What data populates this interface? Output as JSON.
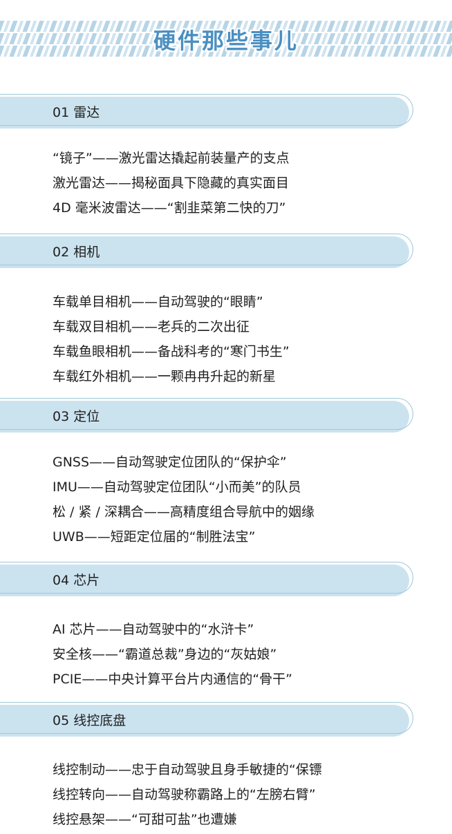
{
  "banner": {
    "title": "硬件那些事儿"
  },
  "sections": [
    {
      "label": "01 雷达",
      "items": [
        "“镜子”——激光雷达撬起前装量产的支点",
        "激光雷达——揭秘面具下隐藏的真实面目",
        "4D 毫米波雷达——“割韭菜第二快的刀”"
      ]
    },
    {
      "label": "02 相机",
      "items": [
        "车载单目相机——自动驾驶的“眼睛”",
        "车载双目相机——老兵的二次出征",
        "车载鱼眼相机——备战科考的“寒门书生”",
        "车载红外相机——一颗冉冉升起的新星"
      ]
    },
    {
      "label": "03 定位",
      "items": [
        "GNSS——自动驾驶定位团队的“保护伞”",
        "IMU——自动驾驶定位团队“小而美”的队员",
        "松 / 紧 / 深耦合——高精度组合导航中的姻缘",
        "UWB——短距定位届的“制胜法宝”"
      ]
    },
    {
      "label": "04 芯片",
      "items": [
        "AI 芯片——自动驾驶中的“水浒卡”",
        "安全核——“霸道总裁”身边的“灰姑娘”",
        "PCIE——中央计算平台片内通信的“骨干”"
      ]
    },
    {
      "label": "05 线控底盘",
      "items": [
        "线控制动——忠于自动驾驶且身手敏捷的“保镖",
        "线控转向——自动驾驶称霸路上的“左膀右臂”",
        "线控悬架——“可甜可盐”也遭嫌"
      ]
    }
  ]
}
